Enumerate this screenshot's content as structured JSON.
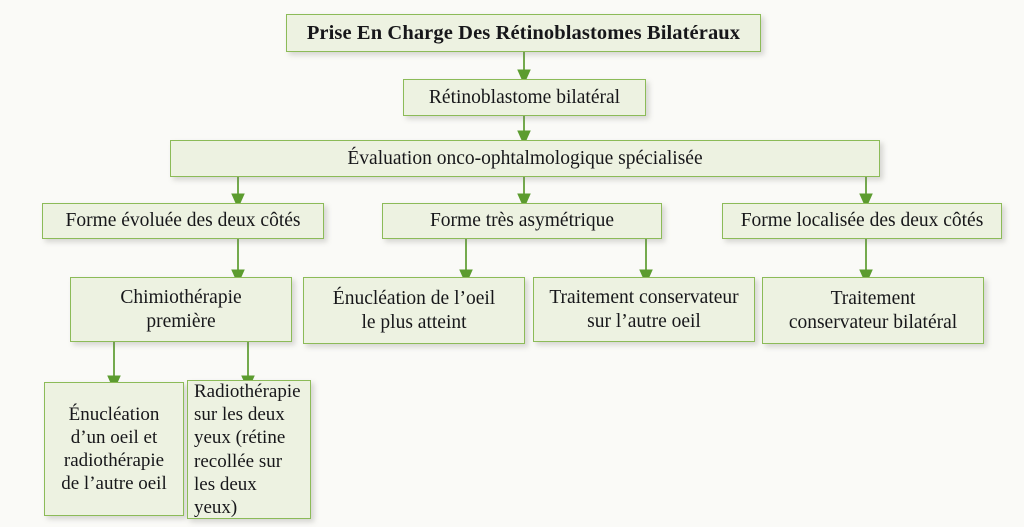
{
  "diagram": {
    "title": "Prise En Charge Des Rétinoblastomes Bilatéraux",
    "language": "fr",
    "colors": {
      "page_background": "#fafaf7",
      "node_fill": "#edf2e1",
      "node_border": "#8cbb58",
      "arrow": "#5c9c2f",
      "text": "#17171a"
    },
    "nodes": {
      "title": "Prise En Charge Des Rétinoblastomes Bilatéraux",
      "diagnosis": "Rétinoblastome bilatéral",
      "evaluation": "Évaluation onco-ophtalmologique spécialisée",
      "branch_advanced": "Forme évoluée des deux côtés",
      "branch_asymmetric": "Forme très asymétrique",
      "branch_localized": "Forme localisée des deux côtés",
      "chemo_first": "Chimiothérapie première",
      "enucleation_worst": "Énucléation de l’oeil le plus atteint",
      "conservative_other": "Traitement conservateur sur l’autre oeil",
      "conservative_bilateral": "Traitement conservateur bilatéral",
      "enucleation_and_radio": "Énucléation d’un oeil et radiothérapie de l’autre oeil",
      "radio_both_eyes": "Radiothérapie sur les deux yeux (rétine recollée sur les deux yeux)"
    },
    "node_lines": {
      "chemo_first": [
        "Chimiothérapie",
        "première"
      ],
      "enucleation_worst": [
        "Énucléation de l’oeil",
        "le plus atteint"
      ],
      "conservative_other": [
        "Traitement conservateur",
        "sur l’autre oeil"
      ],
      "conservative_bilateral": [
        "Traitement",
        "conservateur bilatéral"
      ],
      "enucleation_and_radio": [
        "Énucléation",
        "d’un oeil et",
        "radiothérapie",
        "de l’autre oeil"
      ],
      "radio_both_eyes": [
        "Radiothérapie",
        "sur les deux",
        "yeux (rétine",
        "recollée sur",
        "les deux yeux)"
      ]
    }
  }
}
